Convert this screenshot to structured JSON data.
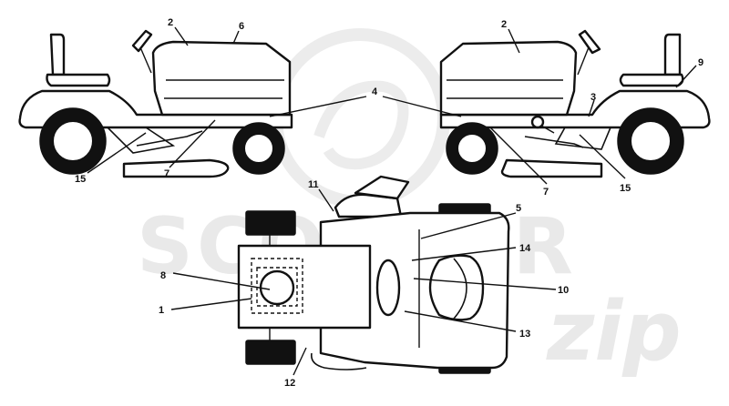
{
  "watermark": {
    "brand_top": "SCOOTER",
    "brand_script": "zip"
  },
  "callouts": {
    "c1": "1",
    "c2a": "2",
    "c2b": "2",
    "c3": "3",
    "c4": "4",
    "c5": "5",
    "c6": "6",
    "c7a": "7",
    "c7b": "7",
    "c8": "8",
    "c9": "9",
    "c10": "10",
    "c11": "11",
    "c12": "12",
    "c13": "13",
    "c14": "14",
    "c15a": "15",
    "c15b": "15"
  },
  "colors": {
    "line": "#111111",
    "background": "#ffffff",
    "watermark": "#e9e9e9"
  }
}
